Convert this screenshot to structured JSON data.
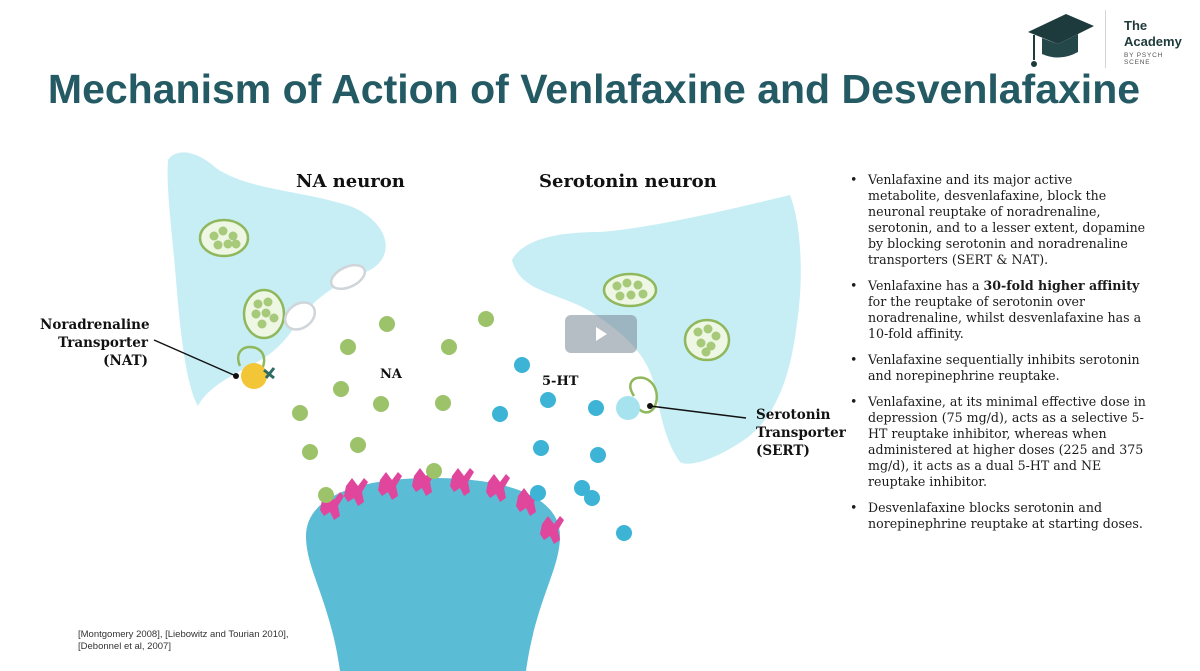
{
  "logo": {
    "line1": "The",
    "line2": "Academy",
    "subtitle": "BY PSYCH SCENE"
  },
  "title": "Mechanism of Action of Venlafaxine and Desvenlafaxine",
  "diagram": {
    "na_neuron_label": "NA neuron",
    "serotonin_neuron_label": "Serotonin neuron",
    "na_label": "NA",
    "ht_label": "5-HT",
    "nat_label": [
      "Noradrenaline",
      "Transporter",
      "(NAT)"
    ],
    "sert_label": [
      "Serotonin",
      "Transporter",
      "(SERT)"
    ],
    "colors": {
      "neuron": "#c8eef5",
      "na_molecule": "#9cc36a",
      "ht_molecule": "#3db3d6",
      "receptor": "#e0469b",
      "post_neuron": "#5bbcd6",
      "nat": "#f3c637",
      "sert": "#a6e3ef"
    }
  },
  "bullets": [
    {
      "plain_1": "Venlafaxine and its major active metabolite, desvenlafaxine, block the neuronal reuptake of noradrenaline, serotonin, and to a lesser extent, dopamine by blocking serotonin and noradrenaline transporters (SERT & NAT).",
      "bold": "",
      "plain_2": ""
    },
    {
      "plain_1": "Venlafaxine has a ",
      "bold": "30-fold higher affinity",
      "plain_2": " for the reuptake of serotonin over noradrenaline, whilst desvenlafaxine has a 10-fold affinity."
    },
    {
      "plain_1": "Venlafaxine sequentially inhibits serotonin and norepinephrine reuptake.",
      "bold": "",
      "plain_2": ""
    },
    {
      "plain_1": "Venlafaxine, at its minimal effective dose in depression (75 mg/d), acts as a selective 5-HT reuptake inhibitor, whereas when administered at higher doses (225 and 375 mg/d), it acts as a dual 5-HT and NE reuptake inhibitor.",
      "bold": "",
      "plain_2": ""
    },
    {
      "plain_1": "Desvenlafaxine blocks serotonin and norepinephrine reuptake at starting doses.",
      "bold": "",
      "plain_2": ""
    }
  ],
  "references": "[Montgomery 2008], [Liebowitz and Tourian 2010], [Debonnel et al, 2007]"
}
